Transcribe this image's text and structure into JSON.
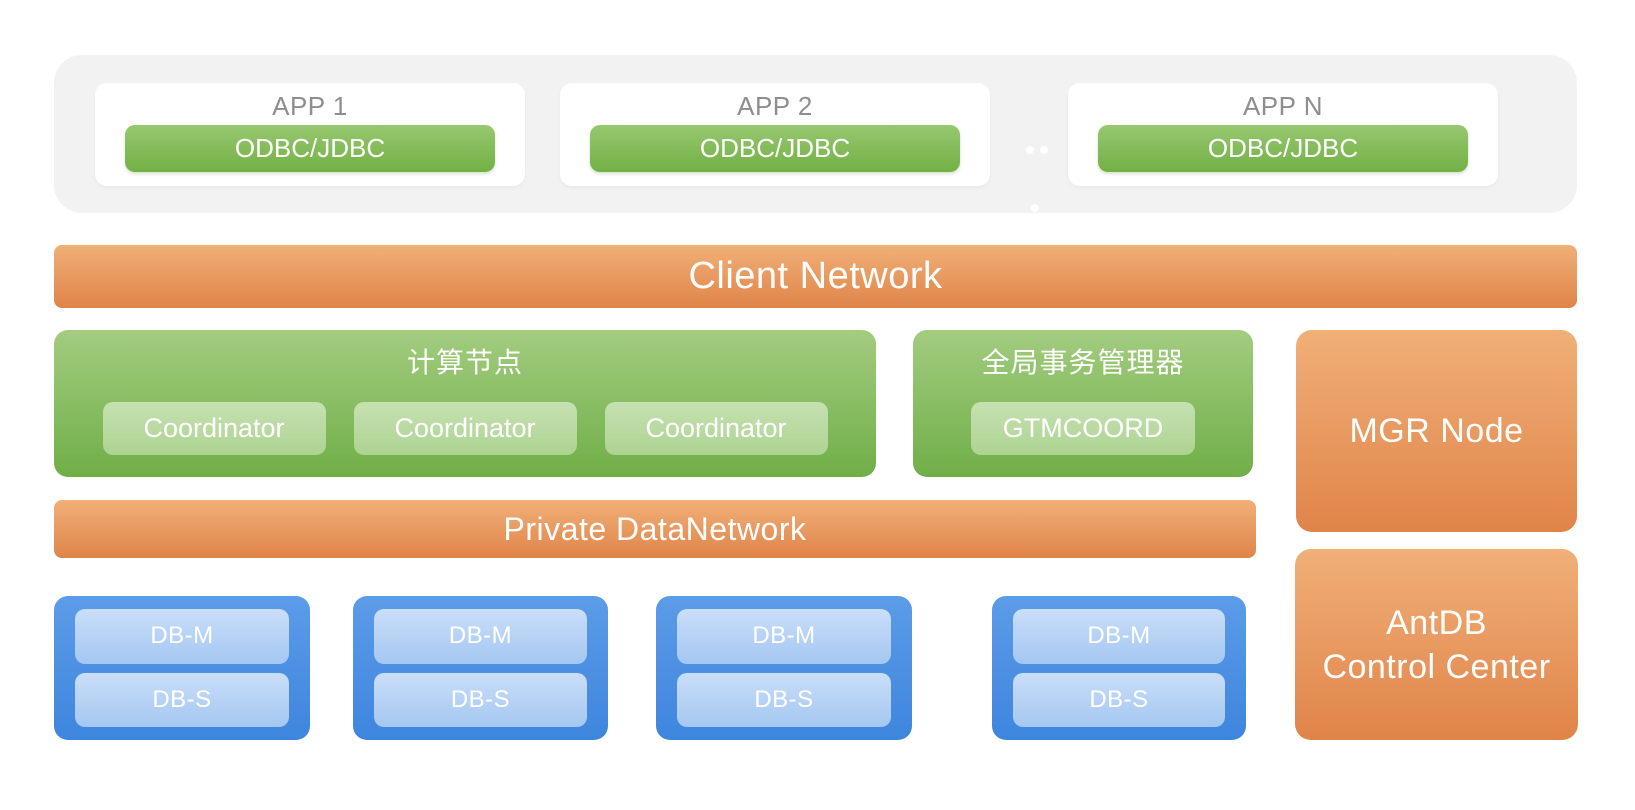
{
  "app_layer": {
    "apps": [
      {
        "name": "APP 1",
        "connector": "ODBC/JDBC"
      },
      {
        "name": "APP 2",
        "connector": "ODBC/JDBC"
      },
      {
        "name": "APP N",
        "connector": "ODBC/JDBC"
      }
    ],
    "ellipsis": {
      "between_apps_dots": 2,
      "below_dots": 1
    }
  },
  "client_network": {
    "label": "Client Network"
  },
  "compute_node": {
    "title": "计算节点",
    "coordinators": [
      "Coordinator",
      "Coordinator",
      "Coordinator"
    ]
  },
  "gtm": {
    "title": "全局事务管理器",
    "node": "GTMCOORD"
  },
  "mgr_node": {
    "label": "MGR Node"
  },
  "private_network": {
    "label": "Private DataNetwork"
  },
  "data_node_groups": [
    {
      "master": "DB-M",
      "standby": "DB-S"
    },
    {
      "master": "DB-M",
      "standby": "DB-S"
    },
    {
      "master": "DB-M",
      "standby": "DB-S"
    },
    {
      "master": "DB-M",
      "standby": "DB-S"
    }
  ],
  "control_center": {
    "line1": "AntDB",
    "line2": "Control Center"
  },
  "colors": {
    "panel_gray": "#F2F2F3",
    "app_label_gray": "#8E8E8E",
    "orange_top": "#F0B078",
    "orange_bottom": "#E08449",
    "green_top": "#A3CC80",
    "green_bottom": "#6FAF47",
    "odbc_green_top": "#97C870",
    "odbc_green_bottom": "#72B045",
    "green_chip_top": "#C6E1B1",
    "green_chip_bottom": "#ADD392",
    "blue_top": "#5C9CE8",
    "blue_bottom": "#3E85DE",
    "blue_chip_top": "#CADEF9",
    "blue_chip_bottom": "#A4C7F1",
    "text_white": "#FFFFFF"
  }
}
